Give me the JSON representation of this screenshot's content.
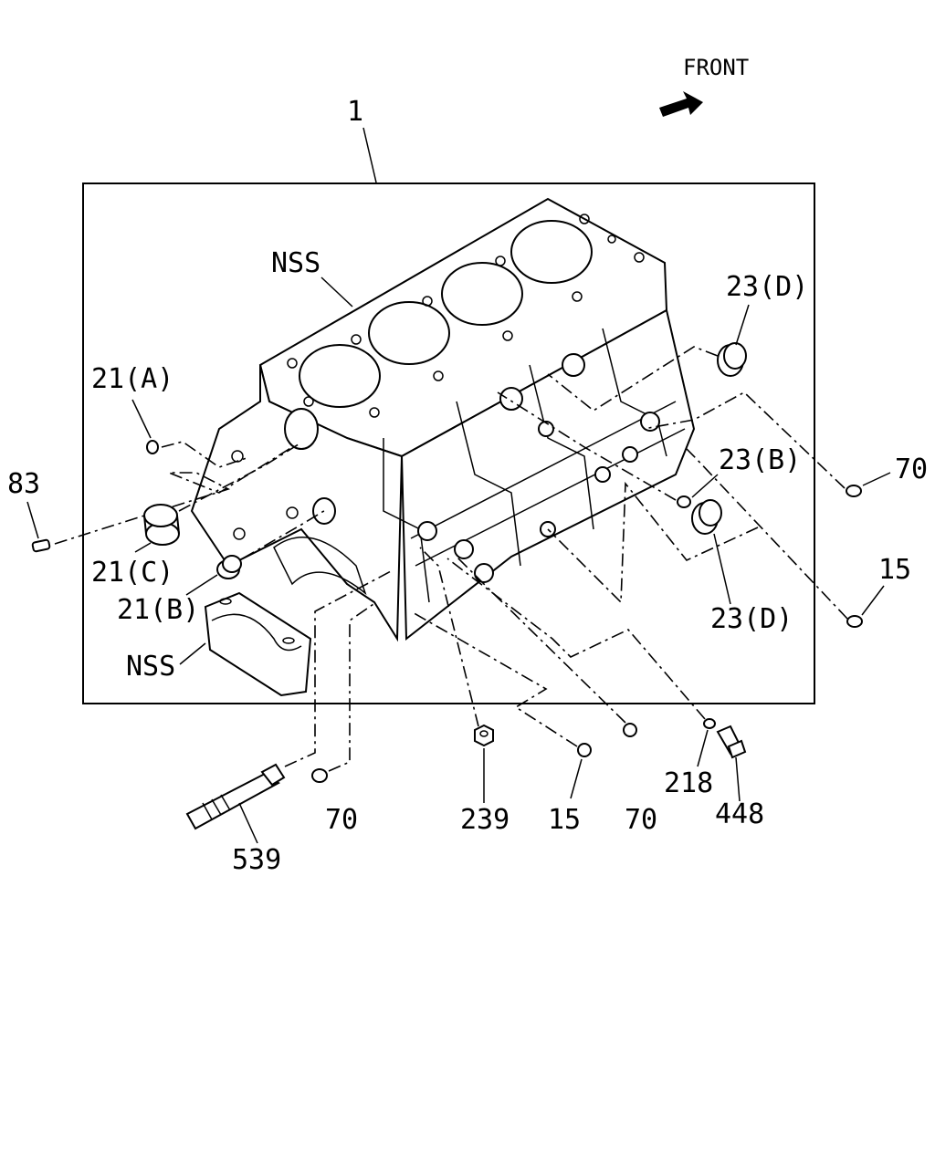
{
  "front_label": "FRONT",
  "callouts": {
    "assembly": "1",
    "nss_top": "NSS",
    "nss_bottom": "NSS",
    "c21a": "21(A)",
    "c21b": "21(B)",
    "c21c": "21(C)",
    "c83": "83",
    "c23d_top": "23(D)",
    "c23b": "23(B)",
    "c23d_bottom": "23(D)",
    "c70_right": "70",
    "c15_right": "15",
    "c539": "539",
    "c70_bottom_left": "70",
    "c239": "239",
    "c15_bottom": "15",
    "c70_bottom": "70",
    "c218": "218",
    "c448": "448"
  }
}
